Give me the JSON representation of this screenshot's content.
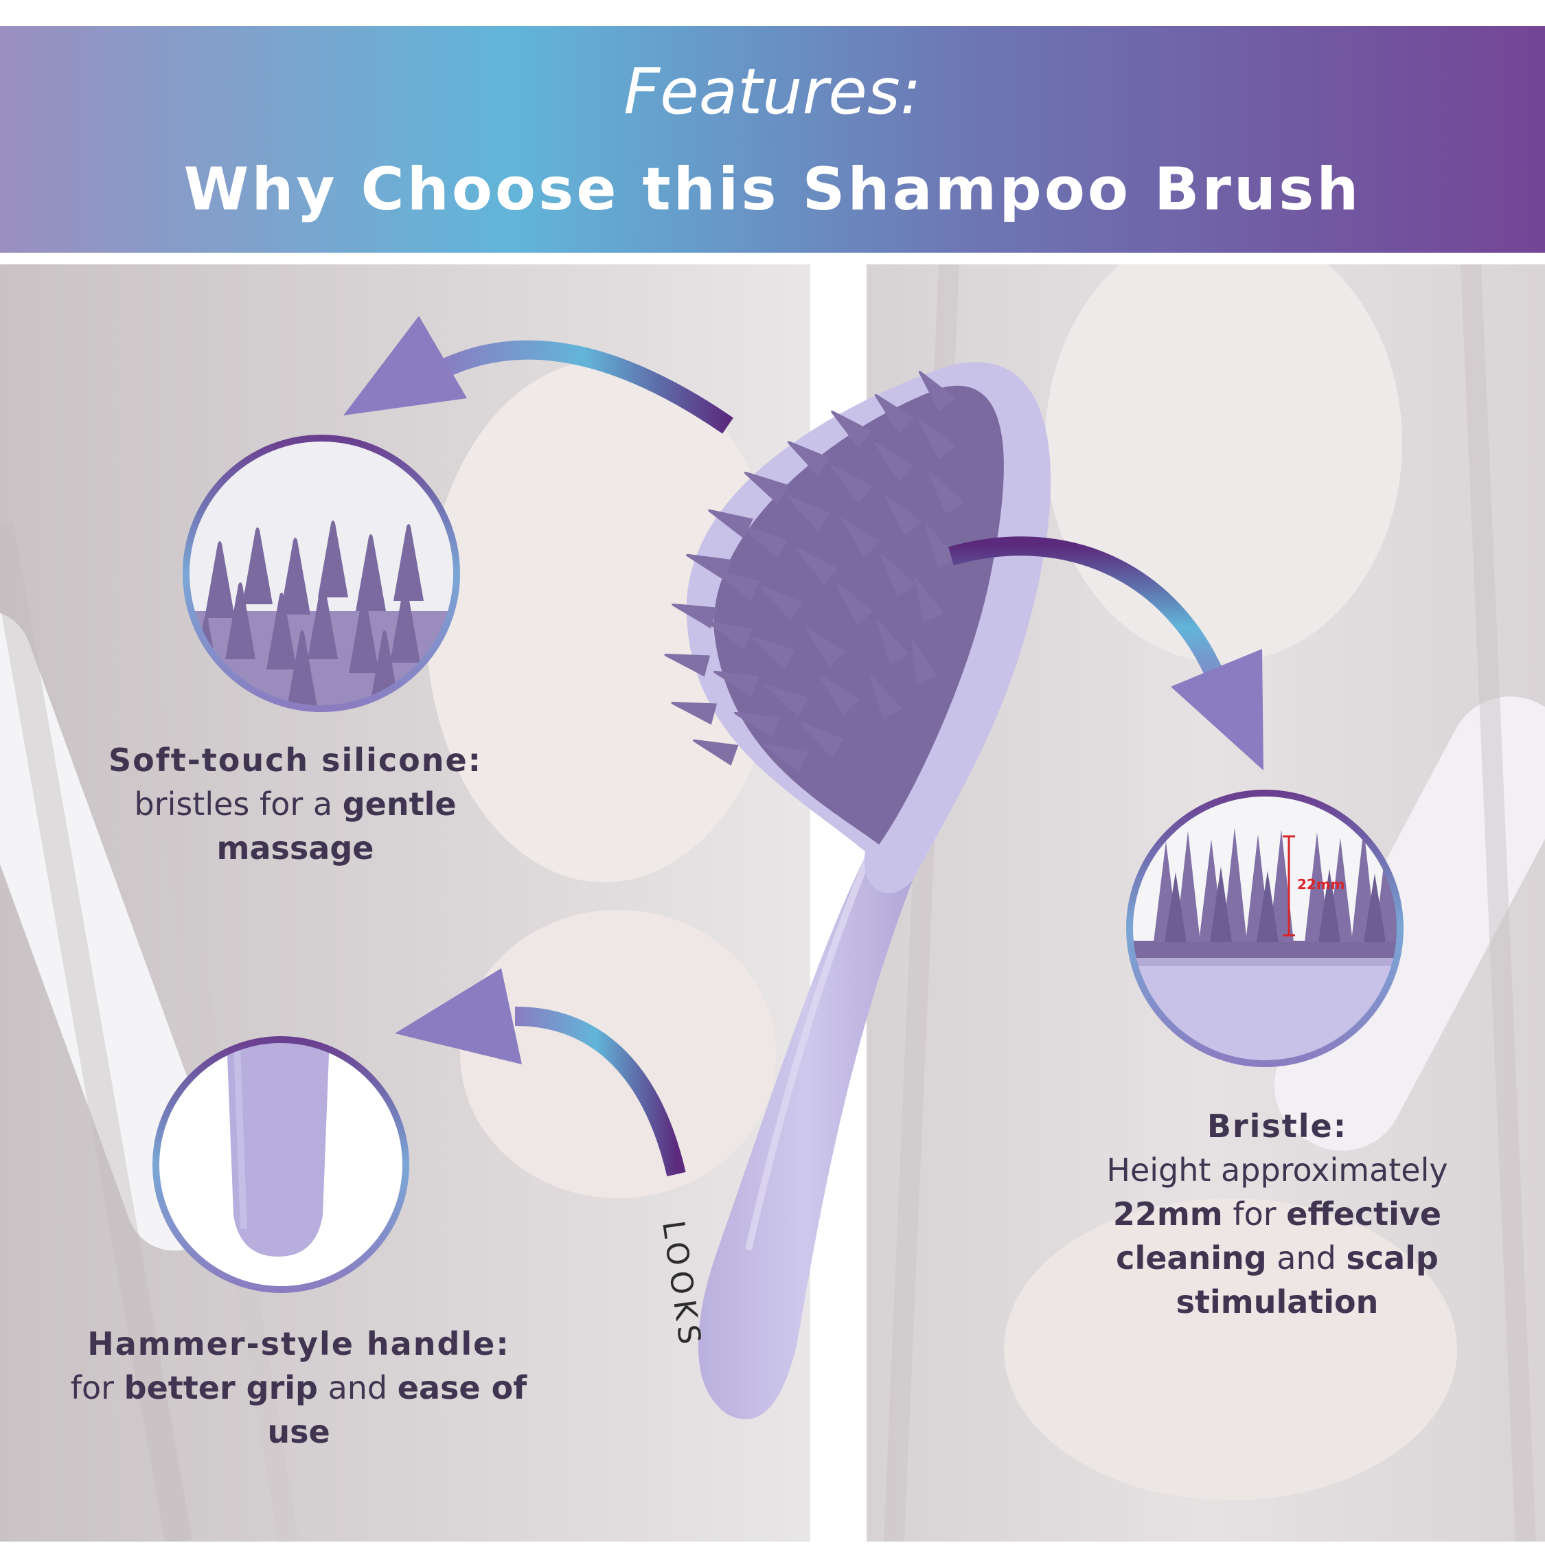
{
  "banner": {
    "title": "Features:",
    "subtitle": "Why Choose this Shampoo Brush"
  },
  "brush": {
    "brand": "LOOKS",
    "color": "#c4bde3",
    "bristle_color": "#8070a6"
  },
  "measurement": {
    "label": "22mm",
    "color": "#d9252a"
  },
  "callouts": {
    "silicone": {
      "title": "Soft-touch silicone:",
      "line1": "bristles for a",
      "bold1": "gentle",
      "line2": "massage"
    },
    "handle": {
      "title": "Hammer-style handle:",
      "pre": "for",
      "bold1": "better grip",
      "mid": "and",
      "bold2": "ease of",
      "line2": "use"
    },
    "bristle": {
      "title": "Bristle:",
      "line1": "Height approximately",
      "bold1": "22mm",
      "mid1": "for",
      "bold2": "effective",
      "bold3": "cleaning",
      "mid2": "and",
      "bold4": "scalp",
      "bold5": "stimulation"
    }
  },
  "colors": {
    "text": "#3f3551",
    "accent_purple": "#744596",
    "accent_blue": "#62b5d9"
  }
}
